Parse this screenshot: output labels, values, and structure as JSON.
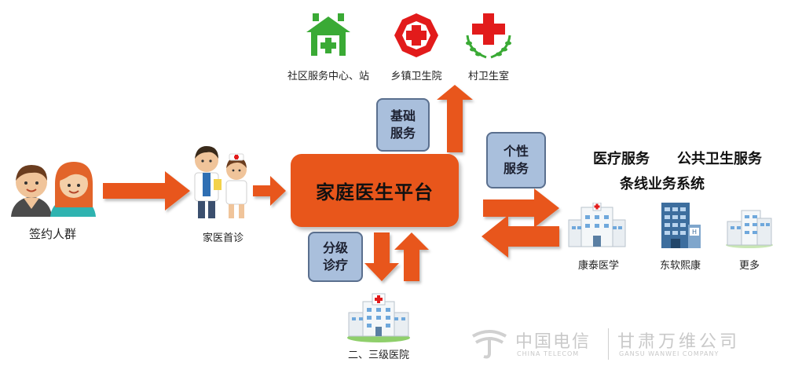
{
  "center": {
    "title": "家庭医生平台"
  },
  "top_services": [
    {
      "label": "社区服务中心、站",
      "icon": "community-health-center-icon",
      "color": "#3aaa35"
    },
    {
      "label": "乡镇卫生院",
      "icon": "red-cross-badge-icon",
      "color": "#e21b1b"
    },
    {
      "label": "村卫生室",
      "icon": "red-cross-laurel-icon",
      "color": "#e21b1b"
    }
  ],
  "tags": {
    "basic": "基础\n服务",
    "personal": "个性\n服务",
    "referral": "分级\n诊疗"
  },
  "left": {
    "signed_group": "签约人群",
    "family_doctor": "家医首诊"
  },
  "bottom": {
    "hospital": "二、三级医院"
  },
  "right": {
    "systems_line1_a": "医疗服务",
    "systems_line1_b": "公共卫生服务",
    "systems_line2": "条线业务系统",
    "vendors": [
      "康泰医学",
      "东软熙康",
      "更多"
    ]
  },
  "watermark": {
    "company_cn": "中国电信",
    "company_en": "CHINA TELECOM",
    "branch_cn": "甘肃万维公司",
    "branch_en": "GANSU WANWEI COMPANY"
  },
  "colors": {
    "arrow": "#e8561b",
    "accent": "#e8561b",
    "tag_bg": "#a9bfdc"
  }
}
